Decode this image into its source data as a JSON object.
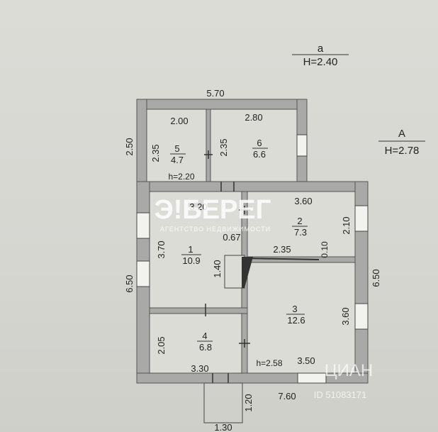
{
  "labels": {
    "level_a_letter": "a",
    "level_a_height": "H=2.40",
    "level_A_letter": "A",
    "level_A_height": "H=2.78"
  },
  "dimensions": {
    "top_width": "5.70",
    "left_height_top": "2.50",
    "left_height_main": "6.50",
    "right_height": "6.50",
    "bottom_width": "7.60",
    "porch_width": "1.30",
    "porch_depth": "1.20"
  },
  "rooms": [
    {
      "number": "5",
      "area": "4.7",
      "width": "2.00",
      "depth": "2.35",
      "height_note": "h=2.20"
    },
    {
      "number": "6",
      "area": "6.6",
      "width": "2.80",
      "depth": "2.35"
    },
    {
      "number": "1",
      "area": "10.9",
      "width": "3.20",
      "depth": "3.70",
      "extra_1": "0.67",
      "extra_2": "1.40"
    },
    {
      "number": "2",
      "area": "7.3",
      "width": "3.60",
      "depth": "2.10",
      "extra_1": "2.35",
      "extra_2": "0.10"
    },
    {
      "number": "3",
      "area": "12.6",
      "width": "3.50",
      "depth": "3.60",
      "height_note": "h=2.58"
    },
    {
      "number": "4",
      "area": "6.8",
      "width": "3.30",
      "depth": "2.05"
    }
  ],
  "watermark": {
    "brand": "Э!БЕРЕГ",
    "brand_sub": "АГЕНТСТВО НЕДВИЖИМОСТИ",
    "cian": "ЦИАН",
    "cian_id": "ID 51083171"
  }
}
